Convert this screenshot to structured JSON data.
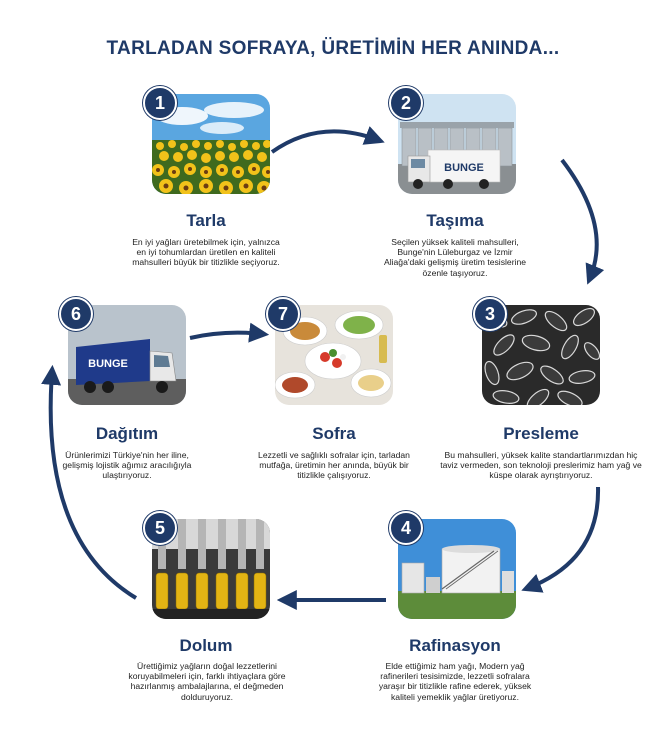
{
  "title": "TARLADAN SOFRAYA, ÜRETİMİN HER ANINDA...",
  "steps": [
    {
      "number": "1",
      "title": "Tarla",
      "text": "En iyi yağları üretebilmek için, yalnızca en iyi tohumlardan üretilen en kaliteli mahsulleri büyük bir titizlikle seçiyoruz.",
      "photo": "sunflower-field"
    },
    {
      "number": "2",
      "title": "Taşıma",
      "text": "Seçilen yüksek kaliteli mahsulleri, Bunge'nin Lüleburgaz ve İzmir Aliağa'daki gelişmiş üretim tesislerine özenle taşıyoruz.",
      "photo": "truck-and-silos",
      "brand_label": "BUNGE"
    },
    {
      "number": "3",
      "title": "Presleme",
      "text": "Bu mahsulleri, yüksek kalite standartlarımızdan hiç taviz vermeden, son teknoloji preslerimiz ham yağ ve küspe olarak ayrıştırıyoruz.",
      "photo": "sunflower-seeds"
    },
    {
      "number": "4",
      "title": "Rafinasyon",
      "text": "Elde ettiğimiz ham yağı, Modern yağ rafinerileri tesisimizde, lezzetli sofralara yaraşır bir titizlikle rafine ederek, yüksek kaliteli yemeklik yağlar üretiyoruz.",
      "photo": "refinery-tanks"
    },
    {
      "number": "5",
      "title": "Dolum",
      "text": "Ürettiğimiz yağların doğal lezzetlerini koruyabilmeleri için, farklı ihtiyaçlara göre hazırlanmış ambalajlarına, el değmeden dolduruyoruz.",
      "photo": "bottling-line"
    },
    {
      "number": "6",
      "title": "Dağıtım",
      "text": "Ürünlerimizi Türkiye'nin her iline, gelişmiş lojistik ağımız aracılığıyla ulaştırıyoruz.",
      "photo": "delivery-truck",
      "brand_label": "BUNGE"
    },
    {
      "number": "7",
      "title": "Sofra",
      "text": "Lezzetli ve sağlıklı sofralar için, tarladan mutfağa, üretimin her anında, büyük bir titizlikle çalışıyoruz.",
      "photo": "dinner-table"
    }
  ],
  "colors": {
    "primary": "#1f3a68",
    "text": "#222222"
  }
}
